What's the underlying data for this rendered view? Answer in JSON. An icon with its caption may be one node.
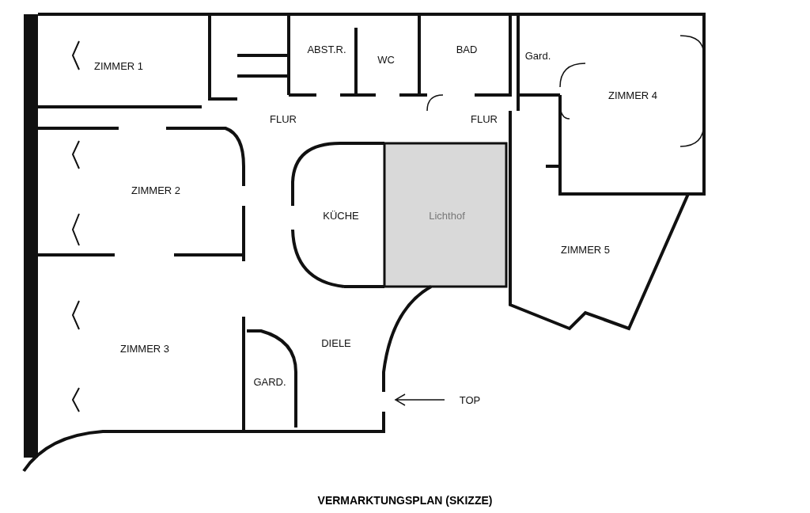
{
  "diagram": {
    "caption": "VERMARKTUNGSPLAN (SKIZZE)",
    "labels": [
      "ABST.R.",
      "WC",
      "BAD",
      "Gard.",
      "ZIMMER 1",
      "ZIMMER 4",
      "FLUR",
      "FLUR",
      "ZIMMER 2",
      "KÜCHE",
      "Lichthof",
      "ZIMMER 5",
      "DIELE",
      "ZIMMER 3",
      "GARD.",
      "TOP"
    ]
  }
}
